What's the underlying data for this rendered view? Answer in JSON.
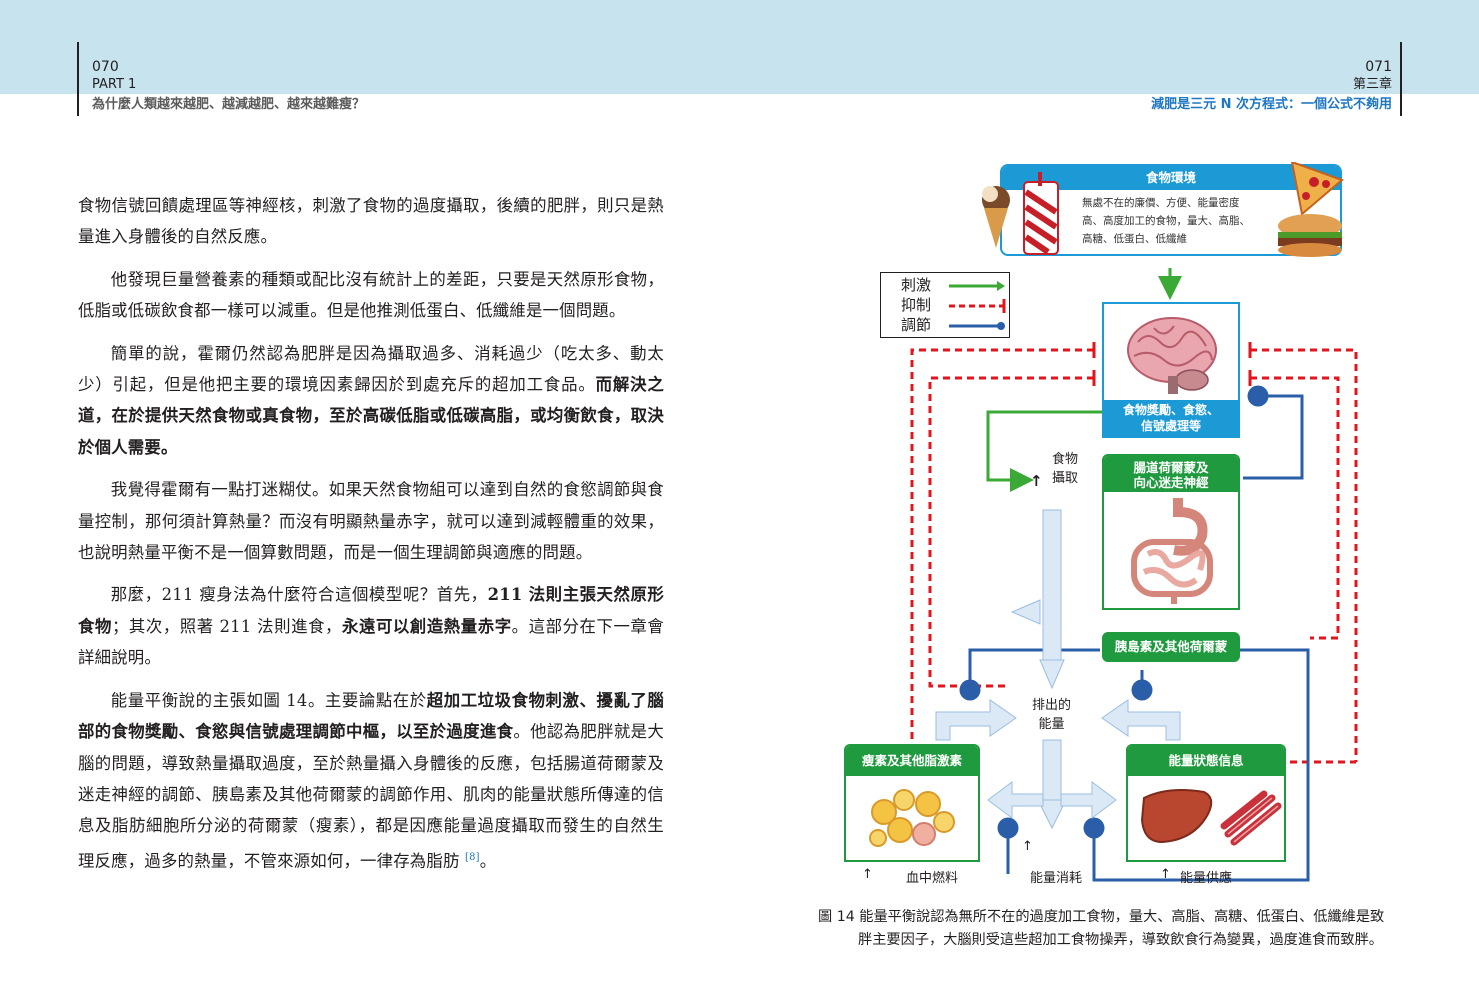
{
  "header": {
    "left_page_number": "070",
    "left_part": "PART 1",
    "left_title": "為什麼人類越來越肥、越減越肥、越來越難瘦？",
    "right_page_number": "071",
    "right_chapter": "第三章",
    "right_title": "減肥是三元 N 次方程式：一個公式不夠用"
  },
  "body": {
    "p1": {
      "t1": "食物信號回饋處理區等神經核，刺激了食物的過度攝取，後續的肥胖，則只是熱量進入身體後的自然反應。"
    },
    "p2": {
      "t1": "他發現巨量營養素的種類或配比沒有統計上的差距，只要是天然原形食物，低脂或低碳飲食都一樣可以減重。但是他推測低蛋白、低纖維是一個問題。"
    },
    "p3": {
      "t1": "簡單的說，霍爾仍然認為肥胖是因為攝取過多、消耗過少（吃太多、動太少）引起，但是他把主要的環境因素歸因於到處充斥的超加工食品。",
      "b1": "而解決之道，在於提供天然食物或真食物，至於高碳低脂或低碳高脂，或均衡飲食，取決於個人需要。"
    },
    "p4": {
      "t1": "我覺得霍爾有一點打迷糊仗。如果天然食物組可以達到自然的食慾調節與食量控制，那何須計算熱量？而沒有明顯熱量赤字，就可以達到減輕體重的效果，也說明熱量平衡不是一個算數問題，而是一個生理調節與適應的問題。"
    },
    "p5": {
      "t1": "那麼，211 瘦身法為什麼符合這個模型呢？首先，",
      "b1": "211 法則主張天然原形食物",
      "t2": "；其次，照著 211 法則進食，",
      "b2": "永遠可以創造熱量赤字",
      "t3": "。這部分在下一章會詳細說明。"
    },
    "p6": {
      "t1": "能量平衡說的主張如圖 14。主要論點在於",
      "b1": "超加工垃圾食物刺激、擾亂了腦部的食物獎勵、食慾與信號處理調節中樞，以至於過度進食",
      "t2": "。他認為肥胖就是大腦的問題，導致熱量攝取過度，至於熱量攝入身體後的反應，包括腸道荷爾蒙及迷走神經的調節、胰島素及其他荷爾蒙的調節作用、肌肉的能量狀態所傳達的信息及脂肪細胞所分泌的荷爾蒙（瘦素），都是因應能量過度攝取而發生的自然生理反應，過多的熱量，不管來源如何，一律存為脂肪",
      "ref": "[8]",
      "t3": "。"
    }
  },
  "figure": {
    "food_env": {
      "title": "食物環境",
      "note_l1": "無處不在的廉價、方便、能量密度",
      "note_l2": "高、高度加工的食物，量大、高脂、",
      "note_l3": "高糖、低蛋白、低纖維"
    },
    "legend": {
      "stimulate": "刺激",
      "inhibit": "抑制",
      "regulate": "調節"
    },
    "brain": {
      "label_l1": "食物獎勵、食慾、",
      "label_l2": "信號處理等"
    },
    "food_intake": {
      "l1": "食物",
      "l2": "攝取",
      "arrow": "↑"
    },
    "gut": {
      "title_l1": "腸道荷爾蒙及",
      "title_l2": "向心迷走神經"
    },
    "insulin": {
      "title": "胰島素及其他荷爾蒙"
    },
    "energy_out": {
      "l1": "排出的",
      "l2": "能量"
    },
    "leptin": {
      "title": "瘦素及其他脂激素"
    },
    "energy_status": {
      "title": "能量狀態信息"
    },
    "bottom": {
      "blood_fuel": "血中燃料",
      "energy_use": "能量消耗",
      "energy_supply": "能量供應",
      "up_arrow": "↑"
    },
    "colors": {
      "green": "#3aa935",
      "red": "#e3141b",
      "blue": "#2a5ea8",
      "cyan": "#1c9ad6",
      "box_green": "#209a3e"
    },
    "caption_l1": "圖 14 能量平衡說認為無所不在的過度加工食物，量大、高脂、高糖、低蛋白、低纖維是致",
    "caption_l2": "胖主要因子，大腦則受這些超加工食物操弄，導致飲食行為變異，過度進食而致胖。"
  }
}
